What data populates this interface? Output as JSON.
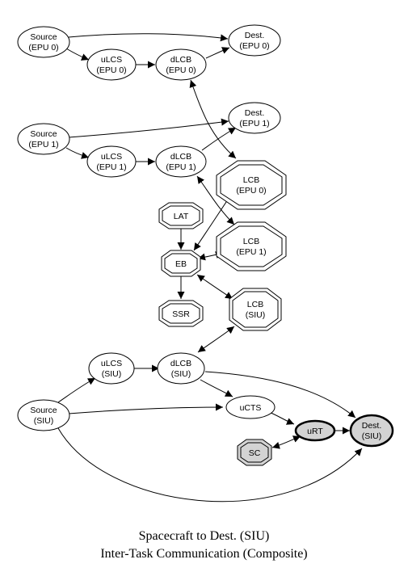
{
  "nodes": {
    "source_epu0": {
      "line1": "Source",
      "line2": "(EPU 0)"
    },
    "dest_epu0": {
      "line1": "Dest.",
      "line2": "(EPU 0)"
    },
    "ulcs_epu0": {
      "line1": "uLCS",
      "line2": "(EPU 0)"
    },
    "dlcb_epu0": {
      "line1": "dLCB",
      "line2": "(EPU 0)"
    },
    "source_epu1": {
      "line1": "Source",
      "line2": "(EPU 1)"
    },
    "dest_epu1": {
      "line1": "Dest.",
      "line2": "(EPU 1)"
    },
    "ulcs_epu1": {
      "line1": "uLCS",
      "line2": "(EPU 1)"
    },
    "dlcb_epu1": {
      "line1": "dLCB",
      "line2": "(EPU 1)"
    },
    "lcb_epu0": {
      "line1": "LCB",
      "line2": "(EPU 0)"
    },
    "lcb_epu1": {
      "line1": "LCB",
      "line2": "(EPU 1)"
    },
    "lat": {
      "line1": "LAT"
    },
    "eb": {
      "line1": "EB"
    },
    "ssr": {
      "line1": "SSR"
    },
    "lcb_siu": {
      "line1": "LCB",
      "line2": "(SIU)"
    },
    "ulcs_siu": {
      "line1": "uLCS",
      "line2": "(SIU)"
    },
    "dlcb_siu": {
      "line1": "dLCB",
      "line2": "(SIU)"
    },
    "source_siu": {
      "line1": "Source",
      "line2": "(SIU)"
    },
    "ucts": {
      "line1": "uCTS"
    },
    "urt": {
      "line1": "uRT"
    },
    "dest_siu": {
      "line1": "Dest.",
      "line2": "(SIU)"
    },
    "sc": {
      "line1": "SC"
    }
  },
  "colors": {
    "stroke": "#000000",
    "node_fill": "#ffffff",
    "highlight_fill": "#d3d3d3"
  },
  "caption": {
    "line1": "Spacecraft to Dest. (SIU)",
    "line2": "Inter-Task Communication (Composite)"
  }
}
